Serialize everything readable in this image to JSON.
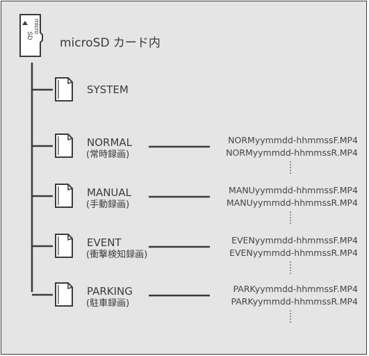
{
  "card": {
    "icon_text_top": "micro",
    "icon_text_bottom": "SD",
    "title": "microSD カード内"
  },
  "folders": [
    {
      "name": "SYSTEM",
      "subtitle": "",
      "files": []
    },
    {
      "name": "NORMAL",
      "subtitle": "(常時録画)",
      "files": [
        "NORMyymmdd-hhmmssF.MP4",
        "NORMyymmdd-hhmmssR.MP4"
      ]
    },
    {
      "name": "MANUAL",
      "subtitle": "(手動録画)",
      "files": [
        "MANUyymmdd-hhmmssF.MP4",
        "MANUyymmdd-hhmmssR.MP4"
      ]
    },
    {
      "name": "EVENT",
      "subtitle": "(衝撃検知録画)",
      "files": [
        "EVENyymmdd-hhmmssF.MP4",
        "EVENyymmdd-hhmmssR.MP4"
      ]
    },
    {
      "name": "PARKING",
      "subtitle": "(駐車録画)",
      "files": [
        "PARKyymmdd-hhmmssF.MP4",
        "PARKyymmdd-hhmmssR.MP4"
      ]
    }
  ],
  "icons": {
    "card": "microsd-card-icon",
    "folder": "folder-icon"
  },
  "colors": {
    "background": "#e5e5e5",
    "line": "#3a3a3a",
    "icon_fill": "#ffffff"
  }
}
